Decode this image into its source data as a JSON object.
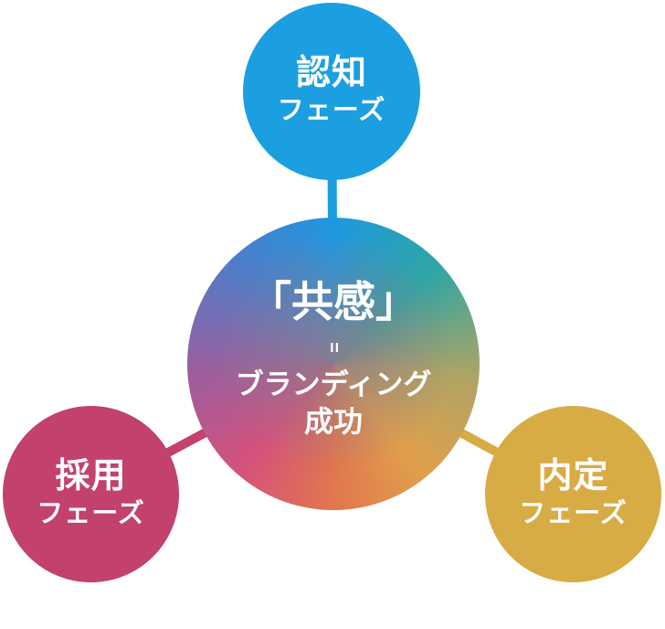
{
  "diagram": {
    "top_circle": {
      "line1": "認知",
      "line2": "フェーズ"
    },
    "center_circle": {
      "line1": "「共感」",
      "equals": "=",
      "line2": "ブランディング",
      "line3": "成功"
    },
    "left_circle": {
      "line1": "採用",
      "line2": "フェーズ"
    },
    "right_circle": {
      "line1": "内定",
      "line2": "フェーズ"
    }
  },
  "colors": {
    "top_circle": "#1C9FE0",
    "left_circle": "#C2416E",
    "right_circle": "#D8AC44",
    "connector_top": "#1C9FE0",
    "connector_left": "#C2416E",
    "connector_right": "#D8AC44",
    "center_gradient_stops": [
      "#1E98E0",
      "#2FA6A4",
      "#AFA464",
      "#E0A04B",
      "#E2764E",
      "#D4517C",
      "#9B5F9F",
      "#4F7CC9"
    ],
    "text": "#FFFFFF"
  }
}
